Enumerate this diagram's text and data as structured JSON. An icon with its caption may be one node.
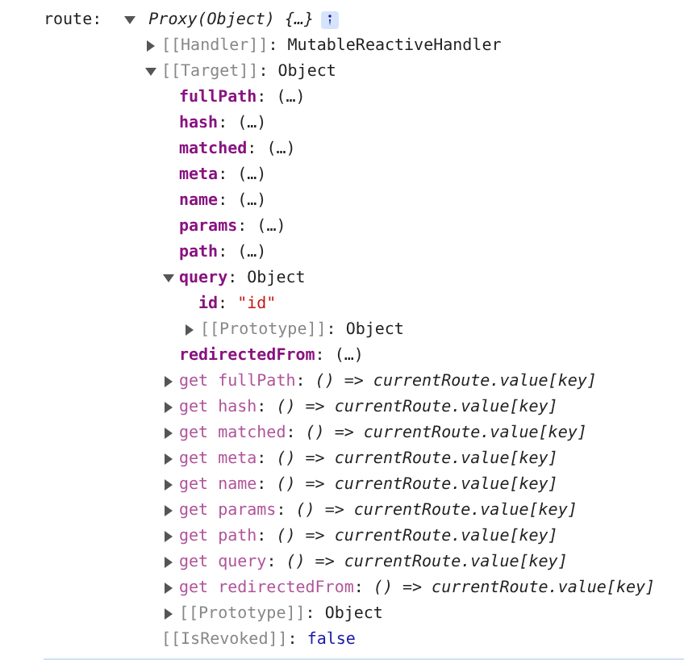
{
  "diagram": {
    "labels": [
      "route: Proxy(Object) {…}",
      "[[Handler]]: MutableReactiveHandler",
      "[[Target]]: Object",
      "fullPath: (…)",
      "hash: (…)",
      "matched: (…)",
      "meta: (…)",
      "name: (…)",
      "params: (…)",
      "path: (…)",
      "query: Object",
      "id: \"id\"",
      "[[Prototype]]: Object",
      "redirectedFrom: (…)",
      "get fullPath: () => currentRoute.value[key]",
      "get hash: () => currentRoute.value[key]",
      "get matched: () => currentRoute.value[key]",
      "get meta: () => currentRoute.value[key]",
      "get name: () => currentRoute.value[key]",
      "get params: () => currentRoute.value[key]",
      "get path: () => currentRoute.value[key]",
      "get query: () => currentRoute.value[key]",
      "get redirectedFrom: () => currentRoute.value[key]",
      "[[Prototype]]: Object",
      "[[IsRevoked]]: false"
    ]
  }
}
